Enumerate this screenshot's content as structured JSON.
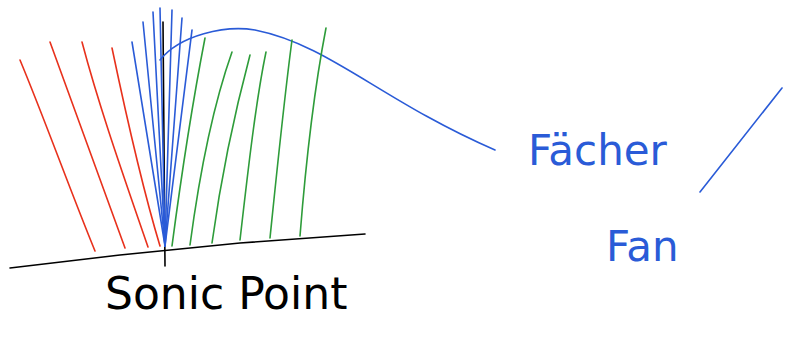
{
  "diagram": {
    "labels": [
      "Sonic Point",
      "Fächer",
      "Fan"
    ]
  }
}
